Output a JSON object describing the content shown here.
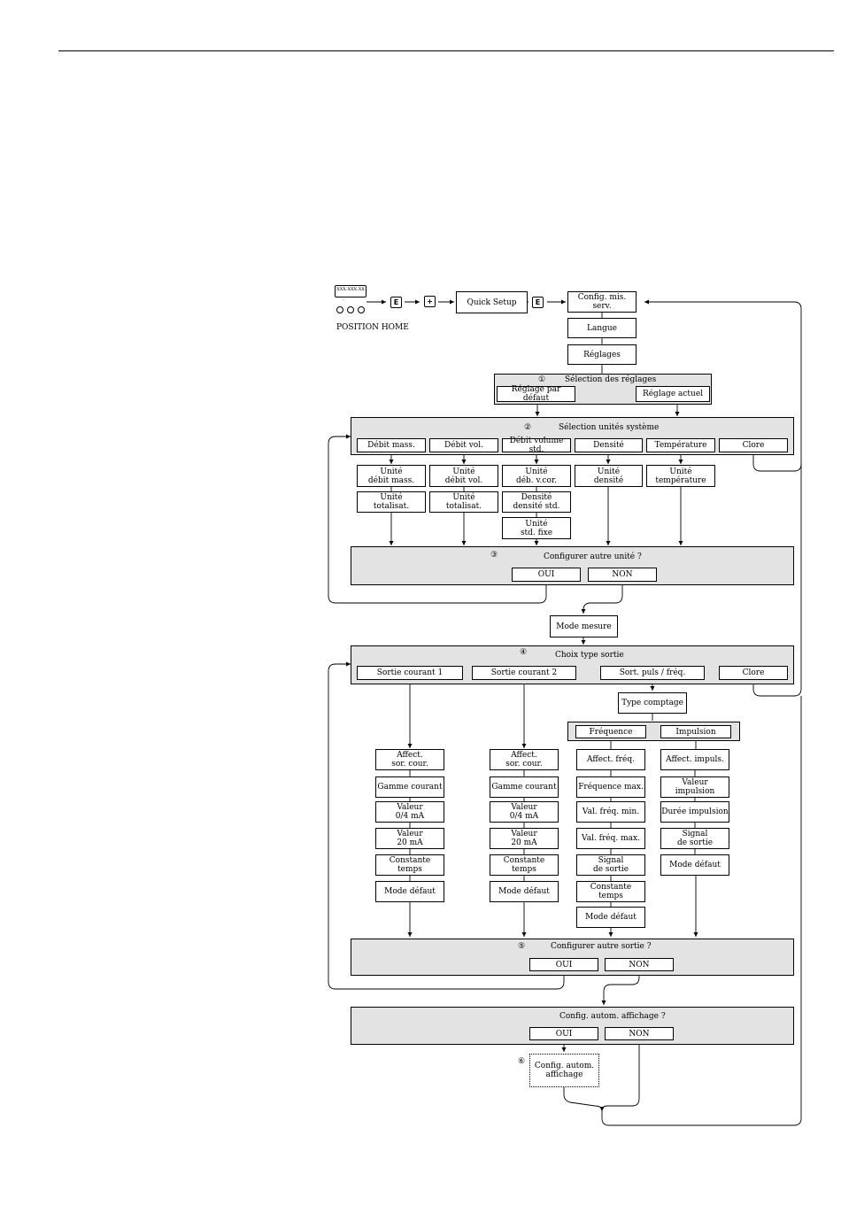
{
  "home": {
    "display": "XXX.XXX.XX",
    "display_small": "-",
    "label": "POSITION HOME"
  },
  "keys": {
    "e1": "E",
    "plus": "+",
    "e2": "E"
  },
  "quick_setup": "Quick Setup",
  "config_mis_serv": "Config. mis. serv.",
  "langue": "Langue",
  "reglages": "Réglages",
  "s1": {
    "num": "①",
    "title": "Sélection des réglages",
    "default": "Réglage par défaut",
    "actual": "Réglage actuel"
  },
  "s2": {
    "num": "②",
    "title": "Sélection unités système",
    "options": [
      "Débit mass.",
      "Débit vol.",
      "Débit volume std.",
      "Densité",
      "Température",
      "Clore"
    ]
  },
  "units": {
    "mass": [
      "Unité\ndébit mass.",
      "Unité\ntotalisat."
    ],
    "vol": [
      "Unité\ndébit vol.",
      "Unité\ntotalisat."
    ],
    "std": [
      "Unité\ndéb. v.cor.",
      "Densité\ndensité std.",
      "Unité\nstd. fixe"
    ],
    "dens": [
      "Unité\ndensité"
    ],
    "temp": [
      "Unité\ntempérature"
    ]
  },
  "s3": {
    "num": "③",
    "title": "Configurer autre unité ?",
    "yes": "OUI",
    "no": "NON"
  },
  "mode_mesure": "Mode mesure",
  "s4": {
    "num": "④",
    "title": "Choix type sortie",
    "options": [
      "Sortie courant 1",
      "Sortie courant 2",
      "Sort. puls / fréq.",
      "Clore"
    ]
  },
  "type_comptage": "Type comptage",
  "freq_label": "Fréquence",
  "impuls_label": "Impulsion",
  "cur1": [
    "Affect.\nsor. cour.",
    "Gamme courant",
    "Valeur\n0/4 mA",
    "Valeur\n20 mA",
    "Constante\ntemps",
    "Mode défaut"
  ],
  "cur2": [
    "Affect.\nsor. cour.",
    "Gamme courant",
    "Valeur\n0/4 mA",
    "Valeur\n20 mA",
    "Constante\ntemps",
    "Mode défaut"
  ],
  "freq": [
    "Affect. fréq.",
    "Fréquence max.",
    "Val. fréq. min.",
    "Val. fréq. max.",
    "Signal\nde sortie",
    "Constante\ntemps",
    "Mode défaut"
  ],
  "impuls": [
    "Affect. impuls.",
    "Valeur\nimpulsion",
    "Durée impulsion",
    "Signal\nde sortie",
    "Mode défaut"
  ],
  "s5": {
    "num": "⑤",
    "title": "Configurer autre sortie ?",
    "yes": "OUI",
    "no": "NON"
  },
  "s6": {
    "title": "Config. autom. affichage ?",
    "yes": "OUI",
    "no": "NON"
  },
  "auto_display": {
    "num": "⑥",
    "label": "Config. autom.\naffichage"
  },
  "colors": {
    "panel": "#e3e3e3",
    "line": "#000000",
    "background": "#ffffff"
  }
}
